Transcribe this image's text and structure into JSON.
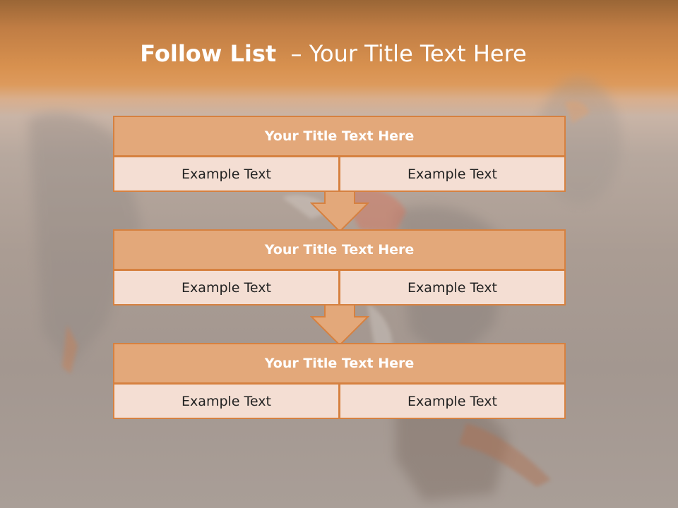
{
  "slide": {
    "title_bold": "Follow List",
    "title_rest": "  – Your Title Text Here"
  },
  "blocks": [
    {
      "title": "Your Title Text Here",
      "left": "Example Text",
      "right": "Example Text"
    },
    {
      "title": "Your Title Text Here",
      "left": "Example Text",
      "right": "Example Text"
    },
    {
      "title": "Your Title Text Here",
      "left": "Example Text",
      "right": "Example Text"
    }
  ],
  "colors": {
    "header_fill": "#e3a87a",
    "cell_fill": "#f4ded3",
    "border": "#d68140",
    "arrow_fill": "#e3a87a"
  }
}
